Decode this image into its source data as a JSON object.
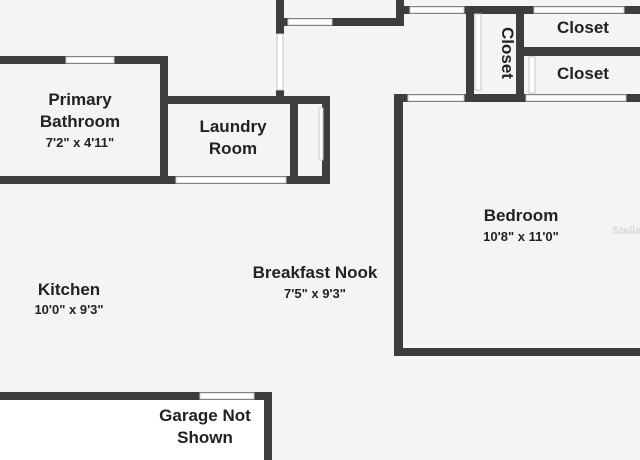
{
  "rooms": {
    "primary_bathroom": {
      "name_line1": "Primary",
      "name_line2": "Bathroom",
      "dims": "7'2\" x 4'11\""
    },
    "laundry": {
      "name_line1": "Laundry",
      "name_line2": "Room"
    },
    "closet_vertical": {
      "name": "Closet"
    },
    "closet_top": {
      "name": "Closet"
    },
    "closet_mid": {
      "name": "Closet"
    },
    "bedroom": {
      "name": "Bedroom",
      "dims": "10'8\" x 11'0\""
    },
    "kitchen": {
      "name": "Kitchen",
      "dims": "10'0\" x 9'3\""
    },
    "breakfast_nook": {
      "name": "Breakfast Nook",
      "dims": "7'5\" x 9'3\""
    },
    "garage": {
      "name_line1": "Garage Not",
      "name_line2": "Shown"
    }
  },
  "watermark": "Stella",
  "colors": {
    "wall": "#3d3d3d",
    "floor": "#f4f4f4",
    "door": "#ffffff"
  }
}
